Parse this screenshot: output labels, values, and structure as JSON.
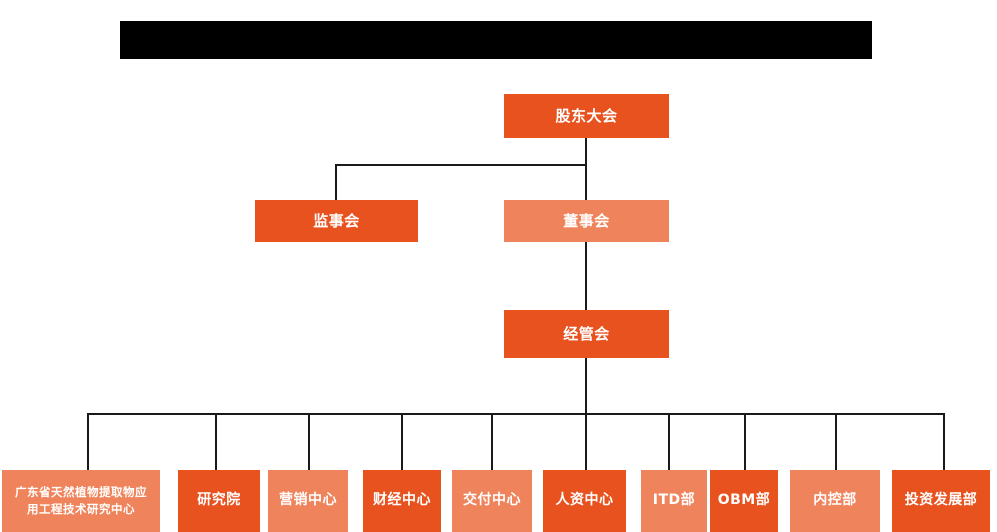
{
  "diagram": {
    "kind": "organization-chart",
    "title_banner": {
      "state": "redacted",
      "text": ""
    },
    "colors": {
      "accent_dark": "#E8521F",
      "accent_light": "#EF845C",
      "connector": "#1a1a1a",
      "background": "#FFFFFF",
      "banner": "#000000",
      "node_text": "#FFFFFF"
    },
    "levels": [
      {
        "level": 1,
        "nodes": [
          {
            "id": "shareholders",
            "label": "股东大会",
            "tone": "dark"
          }
        ]
      },
      {
        "level": 2,
        "nodes": [
          {
            "id": "supervisory",
            "label": "监事会",
            "tone": "dark"
          },
          {
            "id": "board",
            "label": "董事会",
            "tone": "light"
          }
        ]
      },
      {
        "level": 3,
        "nodes": [
          {
            "id": "management",
            "label": "经管会",
            "tone": "dark"
          }
        ]
      },
      {
        "level": 4,
        "nodes": [
          {
            "id": "research-center",
            "label_line1": "广东省天然植物提取物应",
            "label_line2": "用工程技术研究中心",
            "tone": "light"
          },
          {
            "id": "institute",
            "label": "研究院",
            "tone": "dark"
          },
          {
            "id": "marketing",
            "label": "营销中心",
            "tone": "light"
          },
          {
            "id": "finance",
            "label": "财经中心",
            "tone": "dark"
          },
          {
            "id": "delivery",
            "label": "交付中心",
            "tone": "light"
          },
          {
            "id": "hr",
            "label": "人资中心",
            "tone": "dark"
          },
          {
            "id": "itd",
            "label": "ITD部",
            "tone": "light"
          },
          {
            "id": "obm",
            "label": "OBM部",
            "tone": "dark"
          },
          {
            "id": "internal-control",
            "label": "内控部",
            "tone": "light"
          },
          {
            "id": "investment",
            "label": "投资发展部",
            "tone": "dark"
          }
        ]
      }
    ]
  }
}
